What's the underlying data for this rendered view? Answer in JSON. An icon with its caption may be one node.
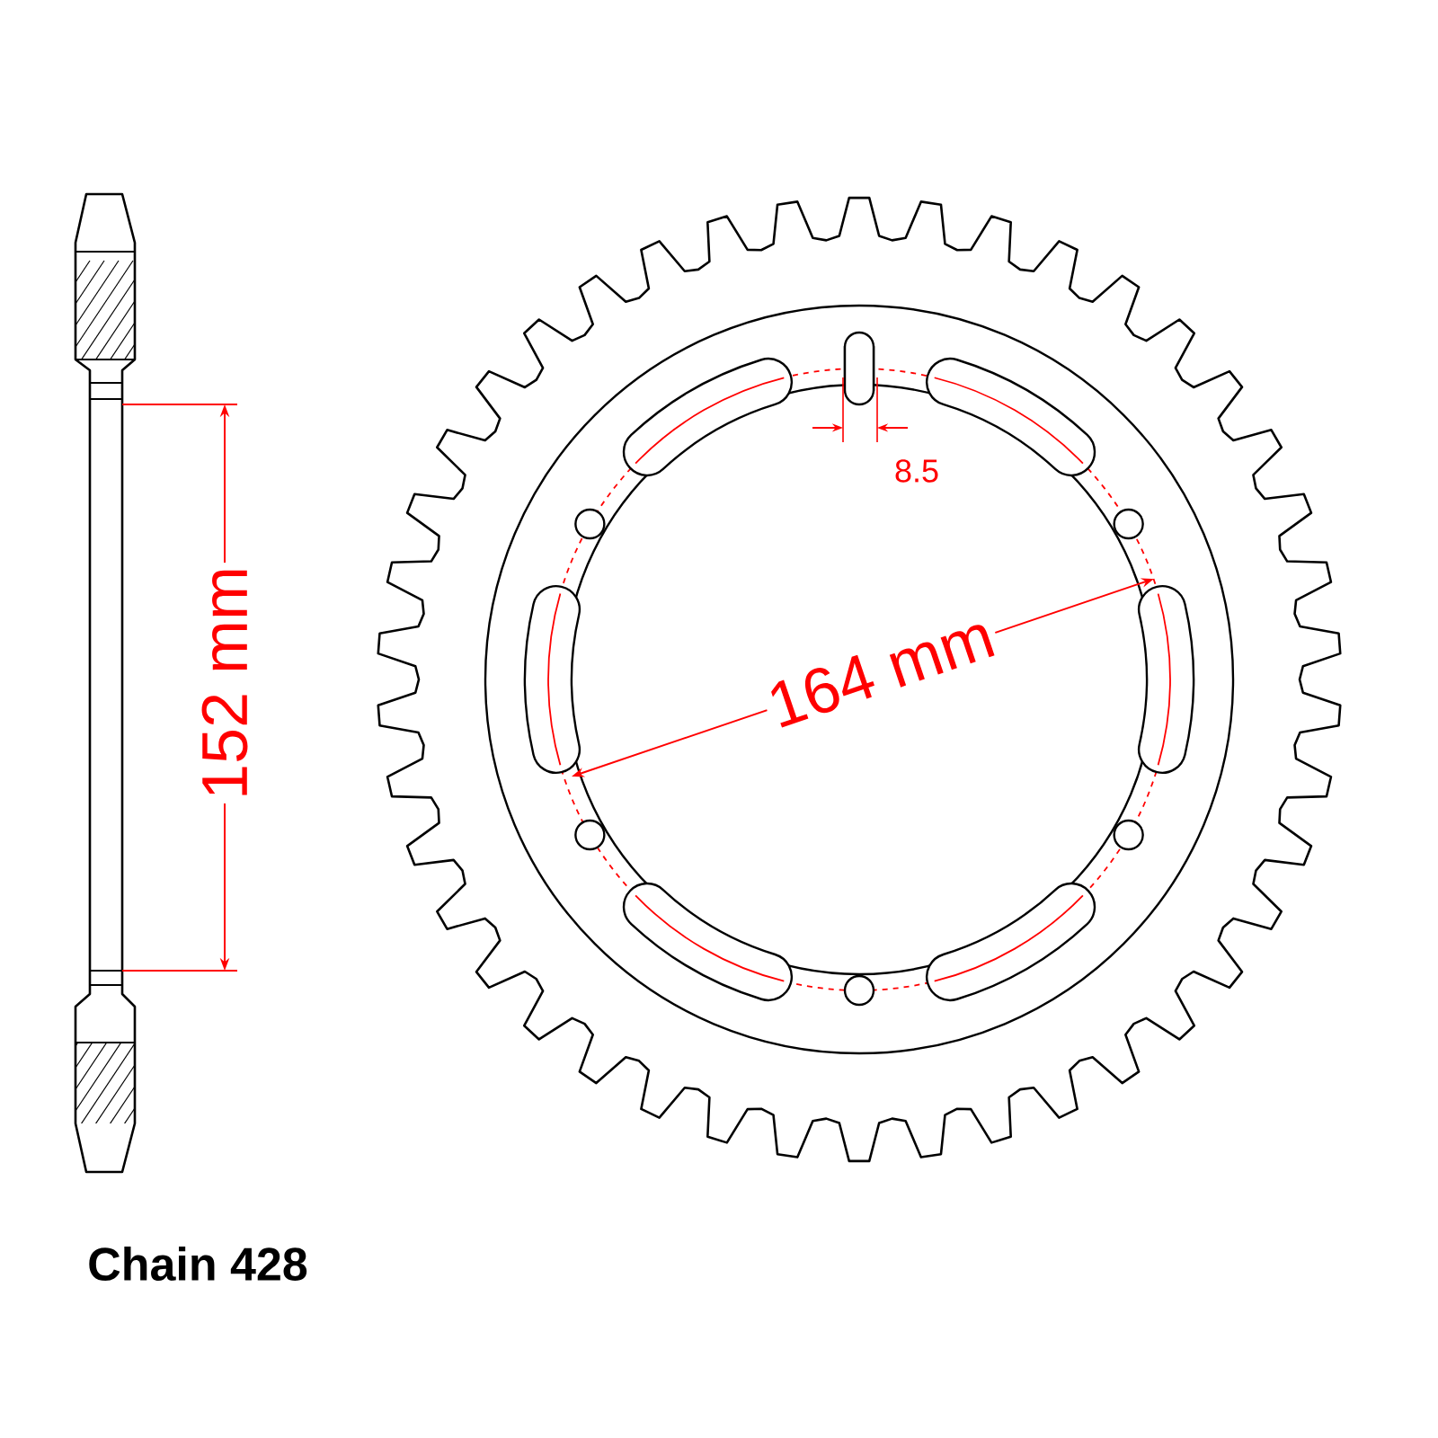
{
  "diagram": {
    "labels": [
      "8.5",
      "152 mm",
      "164 mm",
      "Chain 428"
    ]
  }
}
